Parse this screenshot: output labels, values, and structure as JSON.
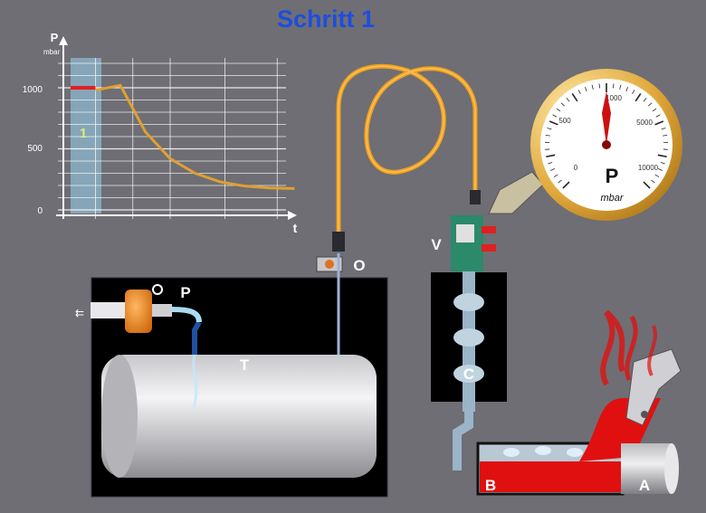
{
  "title": "Schritt 1",
  "colors": {
    "background": "#6e6e74",
    "title": "#1f4ce0",
    "tubing": "#f0a020",
    "curve": "#e0a030",
    "marker": "#e02020",
    "liquid": "#e01010",
    "chamber": "#000000"
  },
  "chart": {
    "y_axis_label": "P",
    "y_axis_unit": "mbar",
    "x_axis_label": "t",
    "y_ticks": [
      "1000",
      "500",
      "0"
    ],
    "phase_marker": "1"
  },
  "chart_data": {
    "type": "line",
    "title": "",
    "xlabel": "t",
    "ylabel": "P mbar",
    "ylim": [
      0,
      1200
    ],
    "y_ticks": [
      0,
      500,
      1000
    ],
    "grid": true,
    "highlight": {
      "label": "1",
      "x_range": [
        0,
        1
      ]
    },
    "series": [
      {
        "role": "reference",
        "x": [
          0,
          1
        ],
        "y": [
          1000,
          1000
        ]
      },
      {
        "role": "pressure",
        "x": [
          1,
          2,
          3,
          4,
          5,
          6,
          7,
          8,
          9
        ],
        "y": [
          980,
          1020,
          640,
          420,
          300,
          230,
          195,
          180,
          175
        ]
      }
    ]
  },
  "gauge": {
    "symbol": "P",
    "unit": "mbar",
    "inner_ticks": [
      "0",
      "500",
      "1000"
    ],
    "outer_ticks": [
      "5000",
      "10000"
    ],
    "needle_value": "1000"
  },
  "labels": {
    "valve": "V",
    "o_port": "O",
    "pump": "P",
    "tank": "T",
    "column": "C",
    "bath": "B",
    "heater": "A"
  }
}
